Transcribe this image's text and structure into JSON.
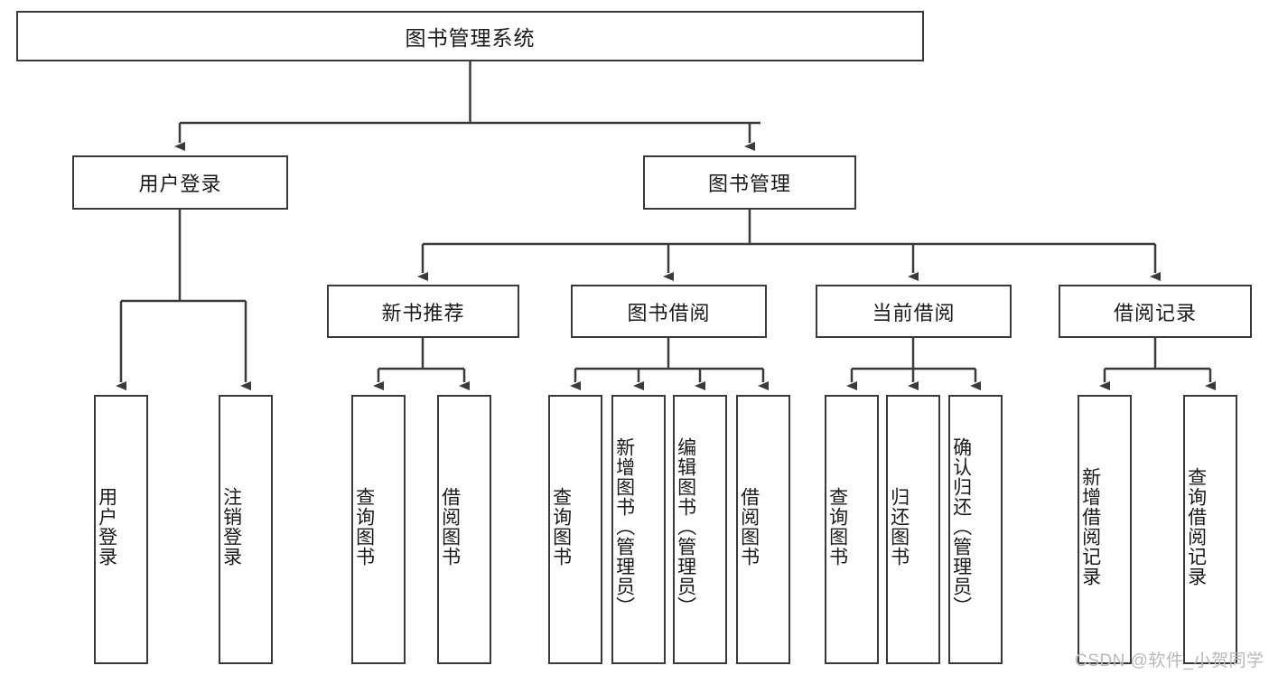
{
  "diagram": {
    "type": "tree",
    "title": "图书管理系统",
    "watermark": "CSDN @软件_小贺同学",
    "colors": {
      "box_border": "#3a3a3a",
      "box_fill": "#ffffff",
      "connector": "#3a3a3a",
      "text": "#1a1a1a",
      "watermark": "#b9b9b9"
    },
    "root": {
      "label": "图书管理系统"
    },
    "level1": [
      {
        "label": "用户登录"
      },
      {
        "label": "图书管理"
      }
    ],
    "level2": [
      {
        "label": "新书推荐"
      },
      {
        "label": "图书借阅"
      },
      {
        "label": "当前借阅"
      },
      {
        "label": "借阅记录"
      }
    ],
    "leaves": {
      "user_login": [
        {
          "label": "用户登录"
        },
        {
          "label": "注销登录"
        }
      ],
      "new_book_recommend": [
        {
          "label": "查询图书"
        },
        {
          "label": "借阅图书"
        }
      ],
      "book_borrow": [
        {
          "label": "查询图书"
        },
        {
          "label": "新增图书（管理员）"
        },
        {
          "label": "编辑图书（管理员）"
        },
        {
          "label": "借阅图书"
        }
      ],
      "current_borrow": [
        {
          "label": "查询图书"
        },
        {
          "label": "归还图书"
        },
        {
          "label": "确认归还（管理员）"
        }
      ],
      "borrow_record": [
        {
          "label": "新增借阅记录"
        },
        {
          "label": "查询借阅记录"
        }
      ]
    }
  }
}
